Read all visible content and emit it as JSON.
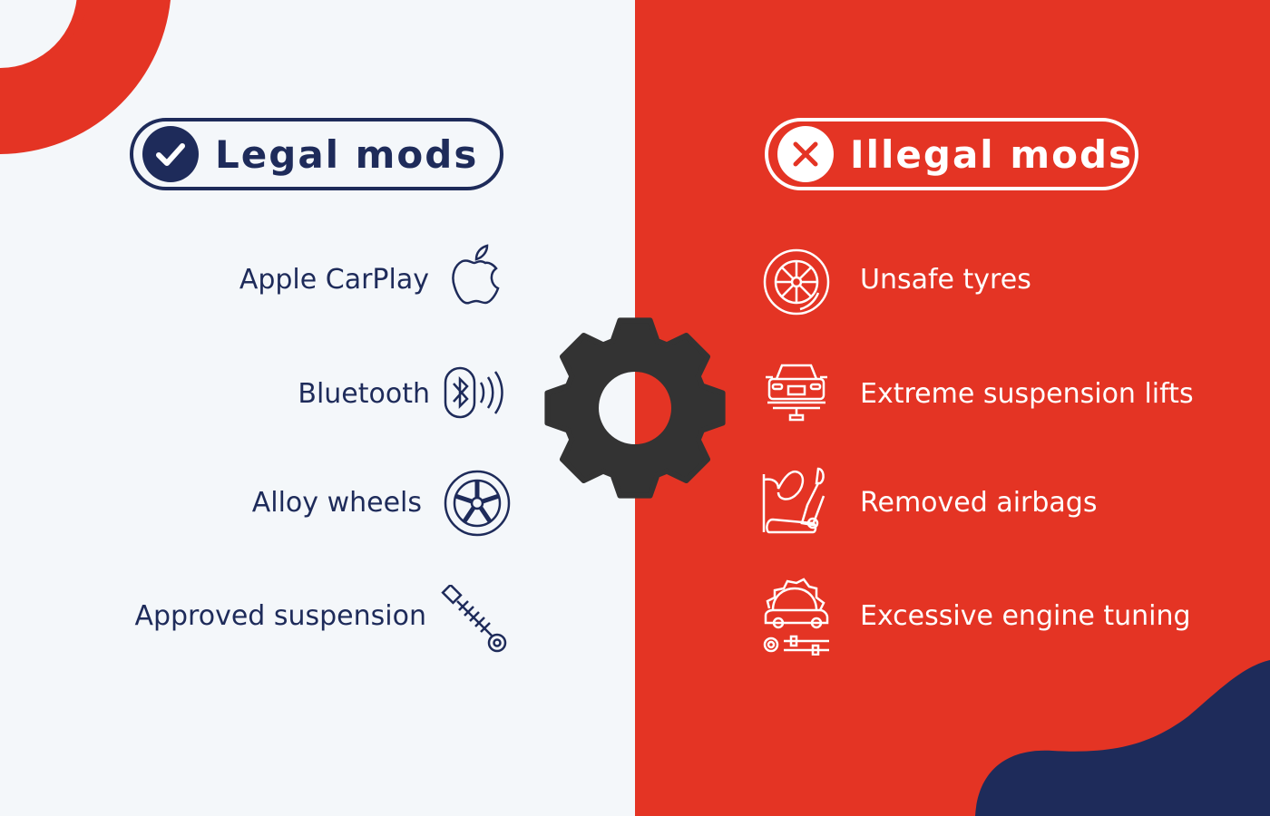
{
  "colors": {
    "navy": "#1e2b5a",
    "red": "#e43424",
    "background": "#f4f7fa",
    "gear": "#333333"
  },
  "legal": {
    "title": "Legal mods",
    "badge_icon": "check-icon",
    "items": [
      {
        "label": "Apple CarPlay",
        "icon": "apple-icon"
      },
      {
        "label": "Bluetooth",
        "icon": "bluetooth-icon"
      },
      {
        "label": "Alloy wheels",
        "icon": "alloy-wheel-icon"
      },
      {
        "label": "Approved suspension",
        "icon": "shock-absorber-icon"
      }
    ]
  },
  "illegal": {
    "title": "Illegal mods",
    "badge_icon": "x-icon",
    "items": [
      {
        "label": "Unsafe tyres",
        "icon": "tyre-icon"
      },
      {
        "label": "Extreme suspension lifts",
        "icon": "lifted-car-icon"
      },
      {
        "label": "Removed airbags",
        "icon": "airbag-seat-icon"
      },
      {
        "label": "Excessive engine tuning",
        "icon": "engine-tuning-icon"
      }
    ]
  },
  "center_icon": "gear-icon"
}
